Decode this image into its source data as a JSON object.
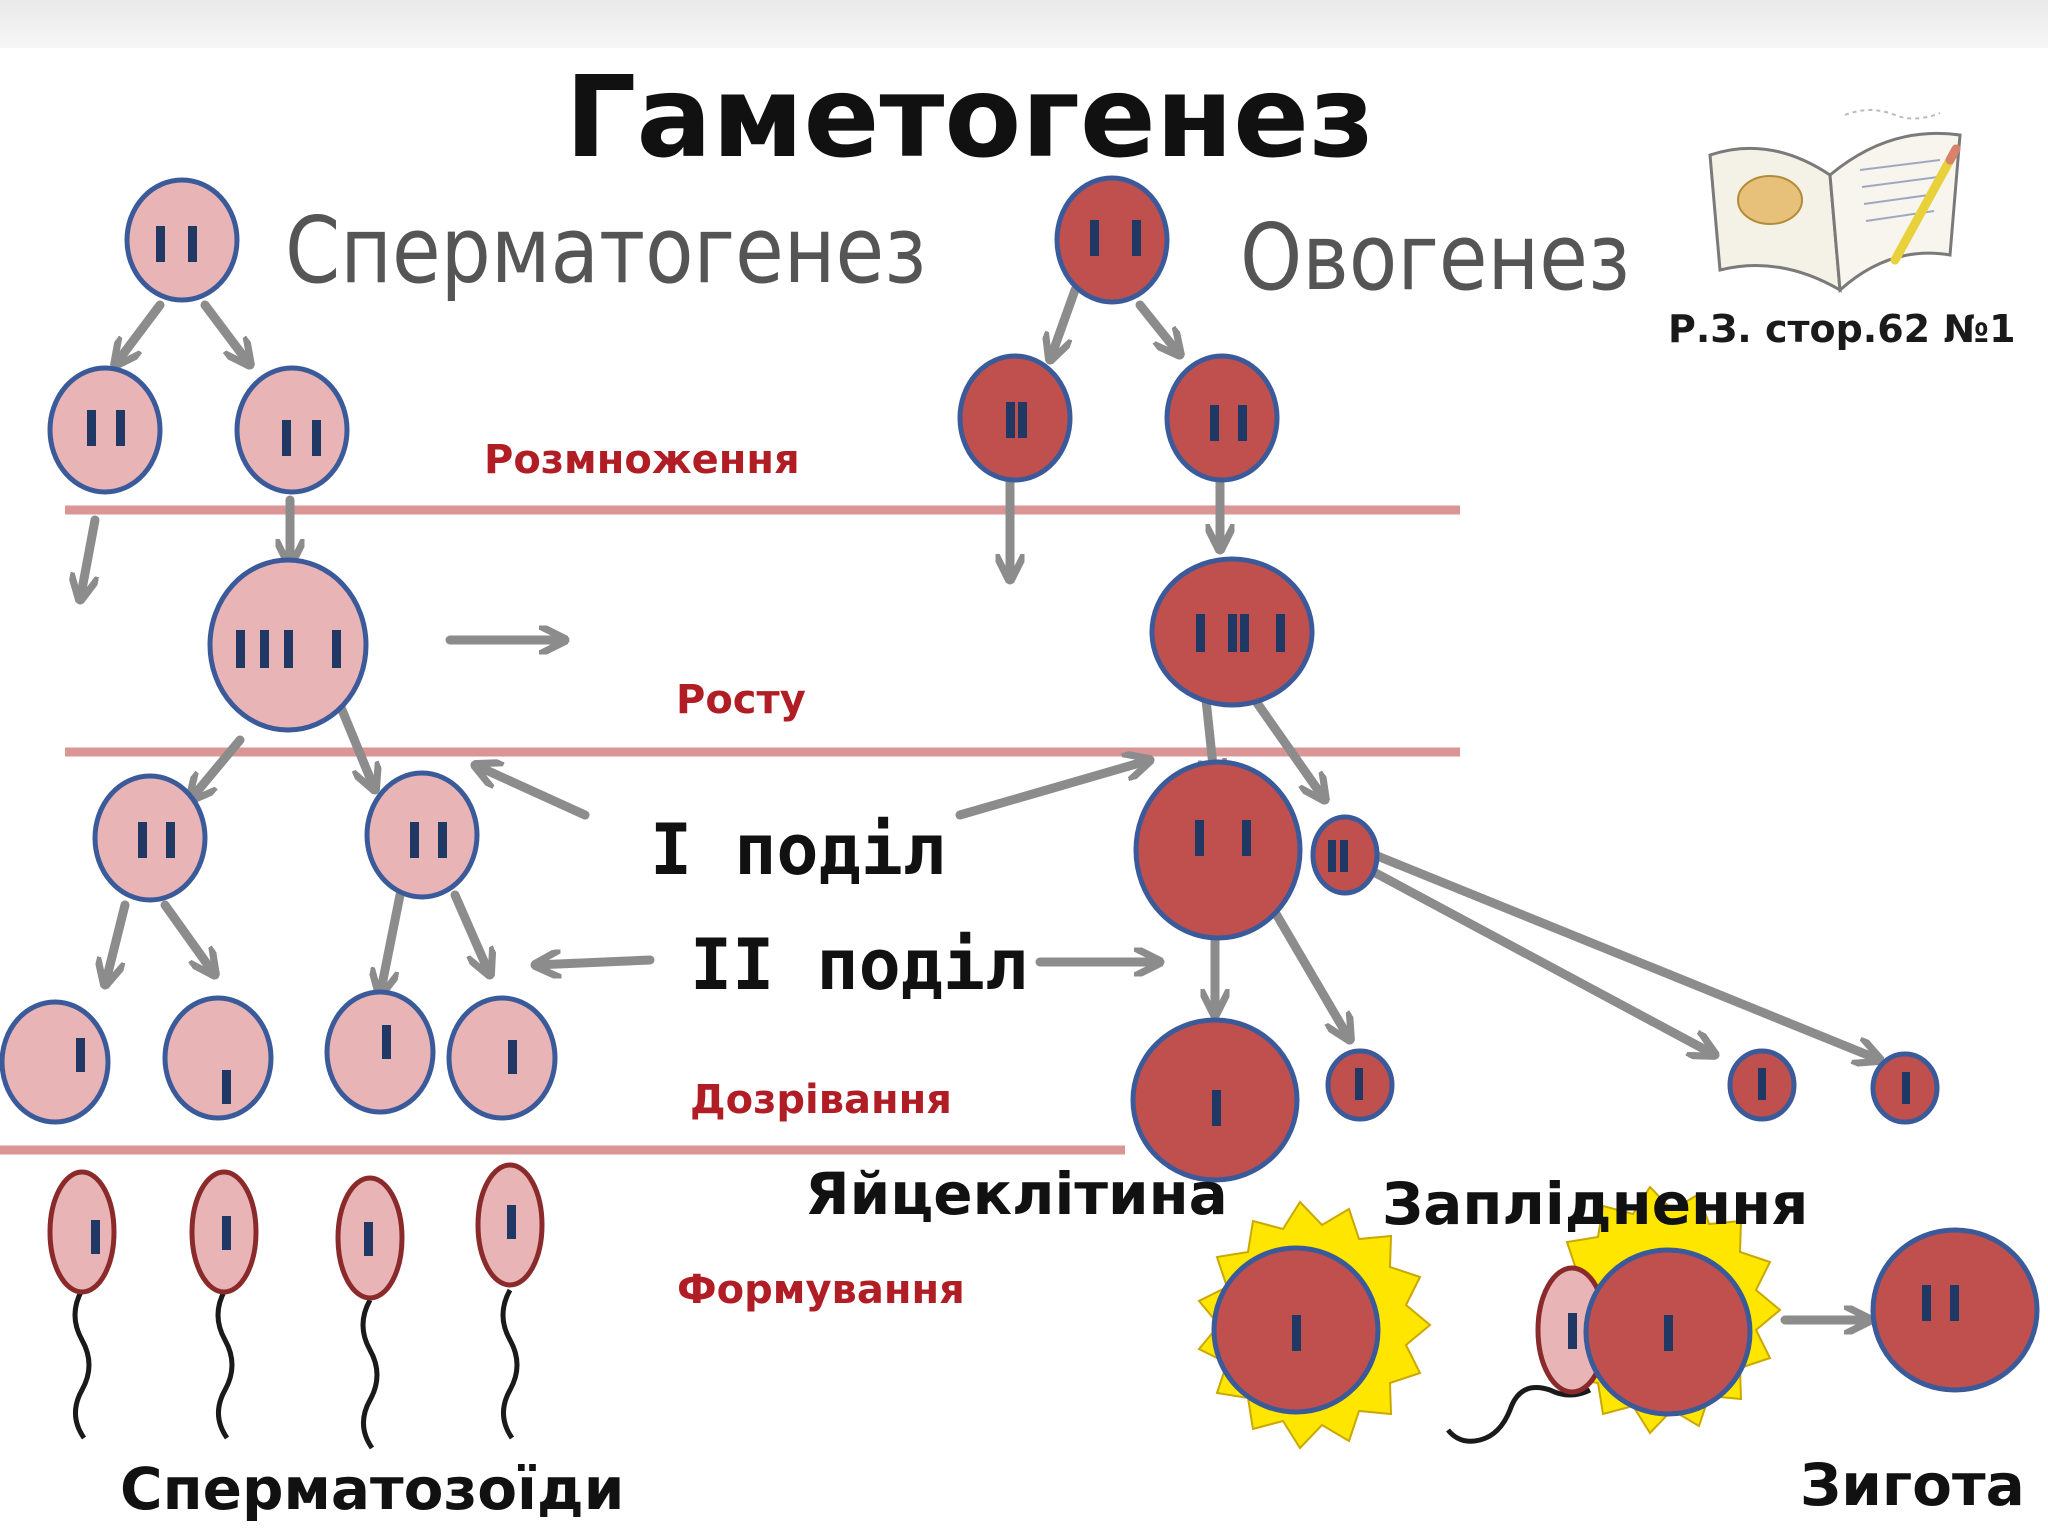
{
  "title": "Гаметогенез",
  "headings": {
    "spermatogenesis": "Сперматогенез",
    "oogenesis": "Овогенез"
  },
  "reference": "Р.З. стор.62 №1",
  "stages": {
    "reproduction": "Розмноження",
    "growth": "Росту",
    "maturation": "Дозрівання",
    "formation": "Формування"
  },
  "divisions": {
    "first": "I поділ",
    "second": "II поділ"
  },
  "labels": {
    "egg": "Яйцеклітина",
    "fertilization": "Запліднення",
    "sperm": "Сперматозоїди",
    "zygote": "Зигота"
  },
  "icons": {
    "book": "open-book-icon"
  },
  "colors": {
    "sperm_cell": "#e8b4b6",
    "egg_cell": "#c0504d",
    "cell_border": "#3b5a9a",
    "chromosome": "#1f3864",
    "arrow": "#8c8c8c",
    "stage_line": "#d99694",
    "stage_label": "#b11d24",
    "sun": "#ffe600"
  }
}
